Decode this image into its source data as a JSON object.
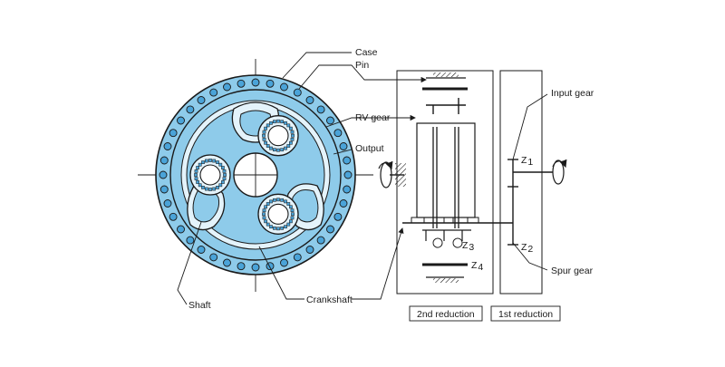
{
  "labels": {
    "case": "Case",
    "pin": "Pin",
    "rv_gear": "RV gear",
    "output": "Output",
    "input_gear": "Input gear",
    "spur_gear": "Spur gear",
    "shaft": "Shaft",
    "crankshaft": "Crankshaft",
    "z1": "Z",
    "z1_sub": "1",
    "z2": "Z",
    "z2_sub": "2",
    "z3": "Z",
    "z3_sub": "3",
    "z4": "Z",
    "z4_sub": "4"
  },
  "boxes": {
    "second_reduction": "2nd reduction",
    "first_reduction": "1st reduction"
  },
  "colors": {
    "fill_blue": "#8ecbea",
    "fill_light": "#e4f3fb",
    "stroke": "#1a1a1a",
    "pin_blue": "#4aa3d8"
  }
}
